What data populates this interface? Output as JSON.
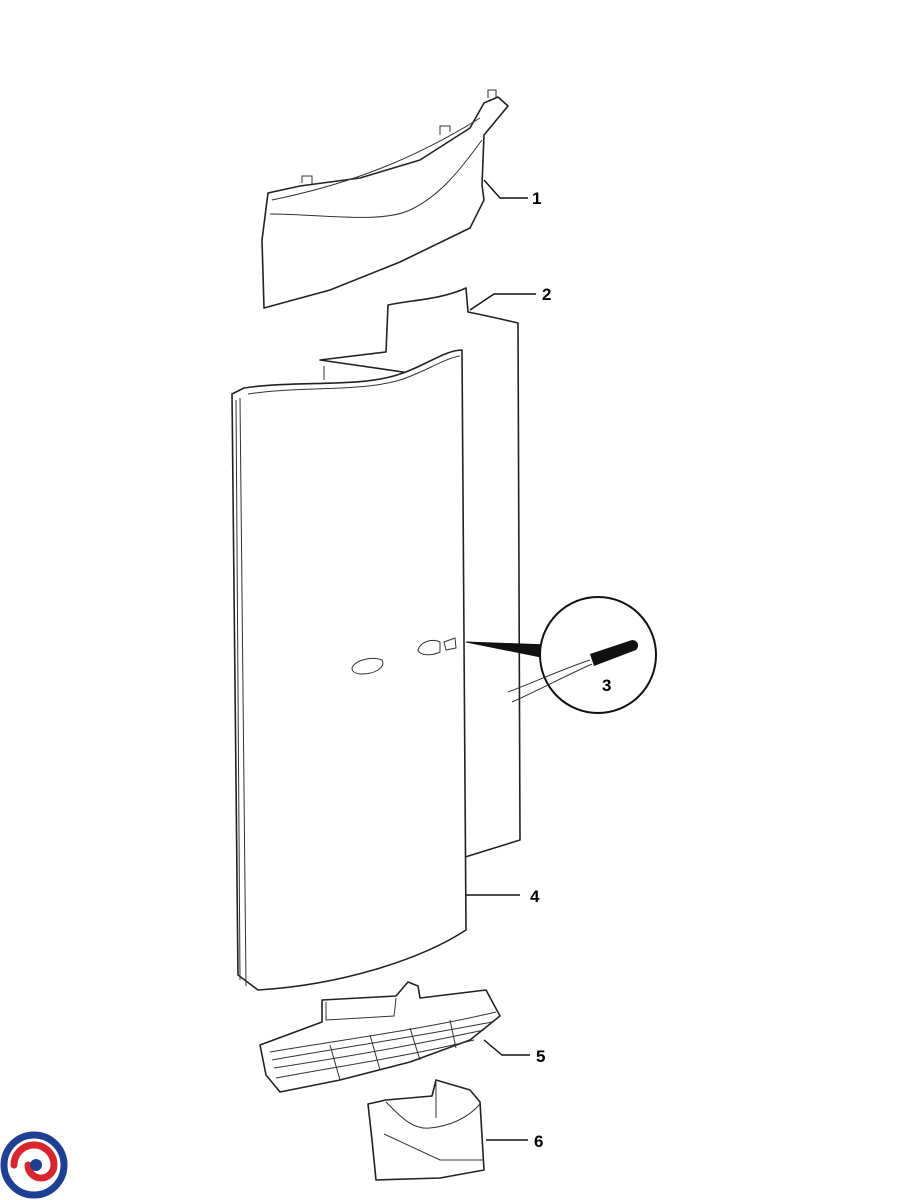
{
  "callouts": {
    "c1": "1",
    "c2": "2",
    "c3": "3",
    "c4": "4",
    "c5": "5",
    "c6": "6"
  },
  "colors": {
    "line": "#222222",
    "logo_red": "#d7262e",
    "logo_blue": "#1f3f93",
    "background": "#ffffff"
  },
  "icons": {
    "logo": "brand-swirl-logo"
  }
}
